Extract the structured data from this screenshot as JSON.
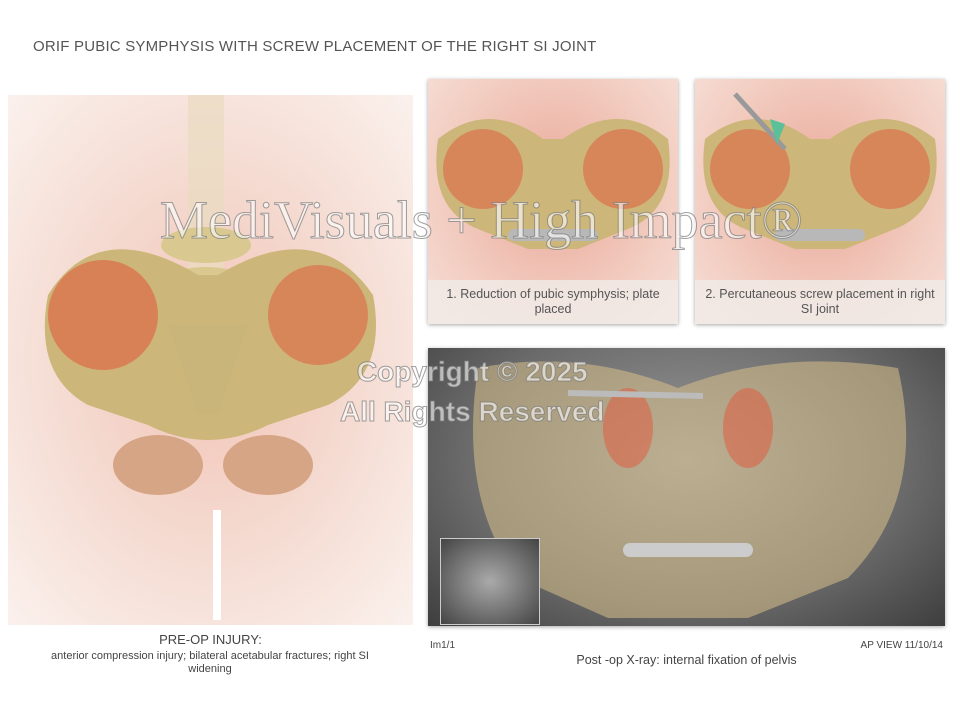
{
  "title": "ORIF PUBIC SYMPHYSIS WITH SCREW PLACEMENT OF THE RIGHT SI JOINT",
  "panels": {
    "step1_caption": "1. Reduction of pubic symphysis; plate placed",
    "step2_caption": "2. Percutaneous screw placement in right SI joint"
  },
  "preop": {
    "heading": "PRE-OP INJURY:",
    "description": "anterior compression injury; bilateral acetabular fractures; right SI widening"
  },
  "xray": {
    "image_label": "Im1/1",
    "view_label": "AP VIEW 11/10/14",
    "caption": "Post -op X-ray: internal fixation of pelvis"
  },
  "watermark": {
    "brand": "MediVisuals + High Impact®",
    "copyright": "Copyright © 2025",
    "rights": "All Rights Reserved"
  },
  "colors": {
    "bone": "#cdb679",
    "injury": "#e2553c",
    "skin": "#f2c3b5",
    "xray": "#6b6b6b"
  }
}
